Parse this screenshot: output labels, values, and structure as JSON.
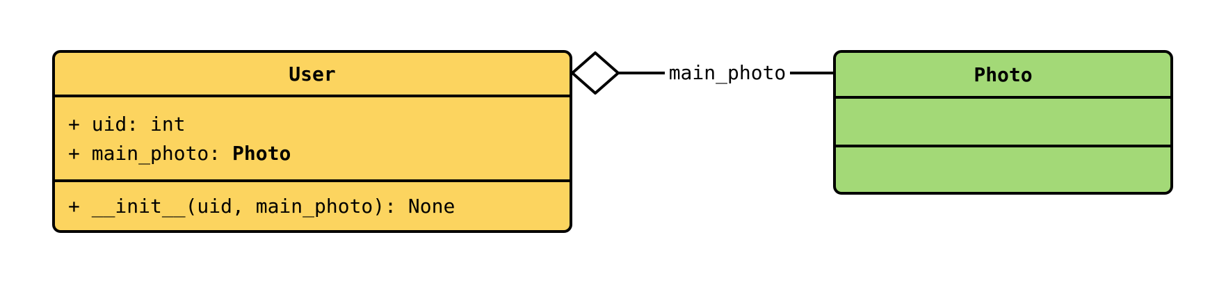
{
  "diagram": {
    "kind": "uml-class-diagram",
    "background_color": "#FFFFFF",
    "stroke_color": "#000000",
    "classes": [
      {
        "name": "User",
        "fill_color": "#FCD45F",
        "attributes": [
          {
            "text": "+ uid: ",
            "type": "int",
            "type_emphasis": "normal"
          },
          {
            "text": "+ main_photo: ",
            "type": "Photo",
            "type_emphasis": "bold"
          }
        ],
        "methods": [
          "+ __init__(uid, main_photo): None"
        ]
      },
      {
        "name": "Photo",
        "fill_color": "#A3D977",
        "attributes": [],
        "methods": []
      }
    ],
    "relation": {
      "label": "main_photo",
      "type": "aggregation",
      "diamond": "open",
      "diamond_fill": "#FFFFFF",
      "diamond_side": "User",
      "target": "Photo"
    }
  }
}
